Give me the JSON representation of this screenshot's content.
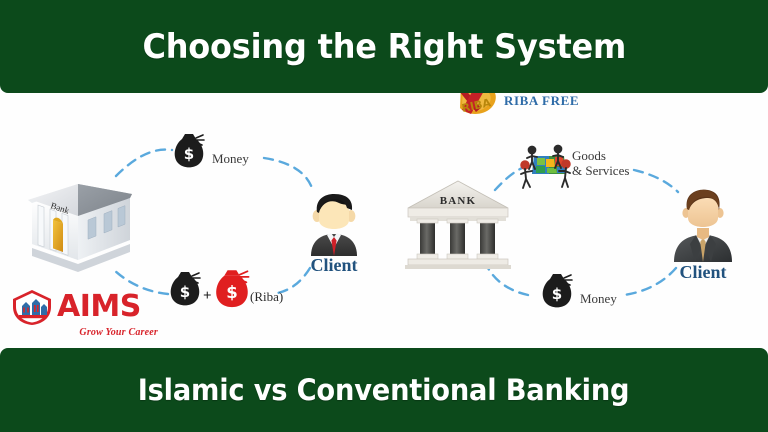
{
  "header": {
    "title": "Choosing the Right System",
    "background_color": "#0c4a1b",
    "text_color": "#ffffff"
  },
  "footer": {
    "title": "Islamic vs Conventional Banking",
    "background_color": "#0c4a1b",
    "text_color": "#ffffff"
  },
  "diagram": {
    "dashed_line_color": "#5aa9dd",
    "left_panel": {
      "name": "conventional-banking-flow",
      "bank": {
        "label": "Bank",
        "icon": "isometric-bank-building-icon"
      },
      "client": {
        "label": "Client",
        "icon": "cartoon-client-avatar-icon",
        "label_color": "#21527e"
      },
      "top_flow": {
        "icon": "black-money-bag-icon",
        "label": "Money"
      },
      "bottom_flow": {
        "icons": [
          "black-money-bag-icon",
          "red-money-bag-icon"
        ],
        "operator": "+",
        "label": "(Riba)"
      },
      "logo": {
        "icon": "aims-logo-icon",
        "word": "AIMS",
        "tagline": "Grow Your Career",
        "color": "#d8232a"
      }
    },
    "right_panel": {
      "name": "islamic-banking-flow",
      "badge": {
        "icon": "riba-crossed-out-stamp-icon",
        "label": "RIBA FREE",
        "label_color": "#2f6ca8"
      },
      "bank": {
        "label": "BANK",
        "icon": "classical-bank-building-icon"
      },
      "client": {
        "label": "Client",
        "icon": "businessman-client-avatar-icon",
        "label_color": "#21527e"
      },
      "top_flow": {
        "icon": "goods-and-services-globe-icon",
        "label_line1": "Goods",
        "label_line2": "& Services"
      },
      "bottom_flow": {
        "icon": "black-money-bag-icon",
        "label": "Money"
      }
    }
  }
}
